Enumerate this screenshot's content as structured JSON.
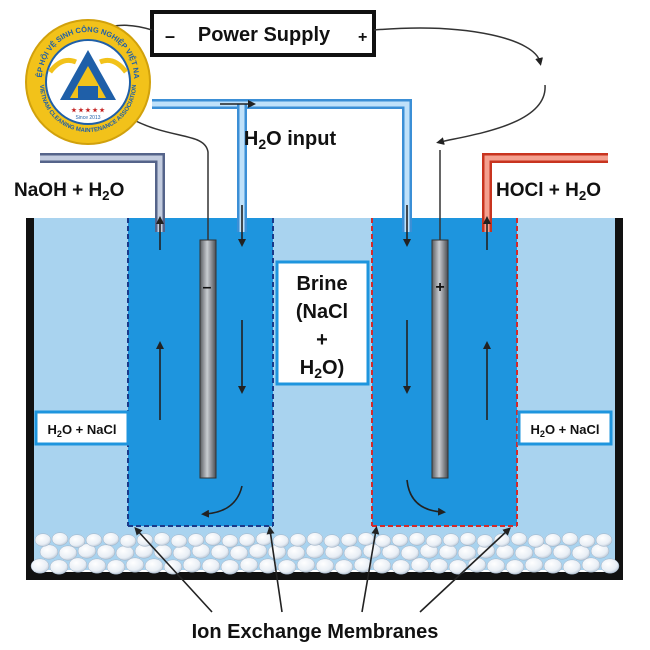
{
  "power_supply": {
    "label": "Power Supply",
    "negative_sign": "–",
    "positive_sign": "+"
  },
  "water_input_label": {
    "text": "H",
    "sub": "2",
    "tail": "O input"
  },
  "outlet_left": {
    "text": "NaOH + H",
    "sub": "2",
    "tail": "O"
  },
  "outlet_right": {
    "text": "HOCl + H",
    "sub": "2",
    "tail": "O"
  },
  "brine": {
    "line1": "Brine",
    "line2": "(NaCl",
    "line3": "+",
    "line4_text": "H",
    "line4_sub": "2",
    "line4_tail": "O)"
  },
  "side_left": {
    "text": "H",
    "sub": "2",
    "tail": "O + NaCl"
  },
  "side_right": {
    "text": "H",
    "sub": "2",
    "tail": "O + NaCl"
  },
  "electrode_left_sign": "–",
  "electrode_right_sign": "+",
  "membranes_label": "Ion Exchange Membranes",
  "logo": {
    "ring_text": "HIỆP HỘI VỆ SINH CÔNG NGHIỆP VIỆT NAM",
    "ring_text_bottom": "VIETNAM CLEANING MAINTENANCE ASSOCIATION",
    "since": "Since 2013"
  },
  "colors": {
    "tank_water": "#a9d3ef",
    "cell_water": "#1e95de",
    "membrane_left": "#1a3a8a",
    "membrane_right": "#d42a2a",
    "pipe_blue": "#79b9e8",
    "pipe_gray": "#8894b4",
    "pipe_red": "#e2553f",
    "logo_gold": "#f2c21a",
    "logo_blue": "#1f5fa8"
  }
}
